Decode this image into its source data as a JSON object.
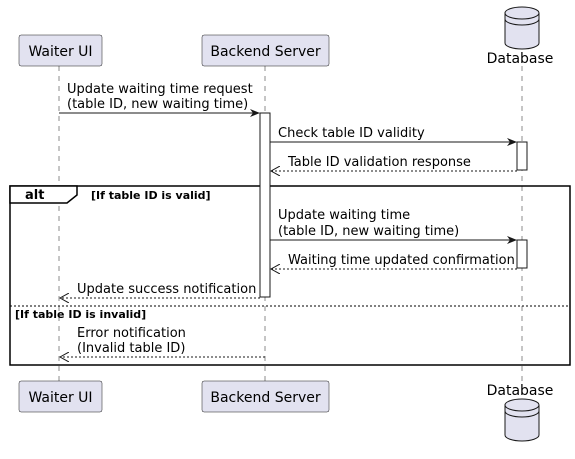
{
  "colors": {
    "participant_fill": "#e2e2f0",
    "participant_border": "#181818",
    "line": "#181818",
    "background": "#ffffff"
  },
  "participants": {
    "waiter_ui": "Waiter UI",
    "backend": "Backend Server",
    "database": "Database"
  },
  "messages": {
    "m1_line1": "Update waiting time request",
    "m1_line2": "(table ID, new waiting time)",
    "m2": "Check table ID validity",
    "m3": "Table ID validation response",
    "m4_line1": "Update waiting time",
    "m4_line2": "(table ID, new waiting time)",
    "m5": "Waiting time updated confirmation",
    "m6": "Update success notification",
    "m7_line1": "Error notification",
    "m7_line2": "(Invalid table ID)"
  },
  "alt": {
    "keyword": "alt",
    "condition_valid": "[If table ID is valid]",
    "condition_invalid": "[If table ID is invalid]"
  },
  "icons": {
    "database": "database-cylinder-icon"
  }
}
